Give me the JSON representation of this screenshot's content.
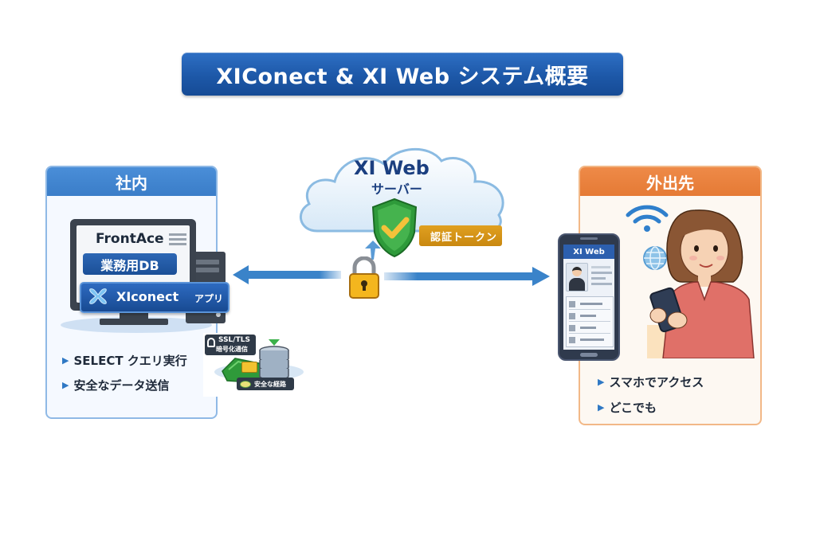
{
  "title": "XIConect & XI Web システム概要",
  "left_panel": {
    "header": "社内",
    "monitor": {
      "app_name": "FrontAce",
      "db_label": "業務用DB",
      "xiconect_label": "XIconect",
      "xiconect_tag": "アプリ"
    },
    "bullets": [
      "SELECT クエリ実行",
      "安全なデータ送信"
    ],
    "badges": {
      "ssl": "SSL/TLS",
      "encryption": "暗号化通信",
      "secure": "安全な経路"
    }
  },
  "center": {
    "server_name": "XI Web",
    "server_sub": "サーバー",
    "auth_token": "認証トークン"
  },
  "right_panel": {
    "header": "外出先",
    "phone_app_title": "XI Web",
    "bullets": [
      "スマホでアクセス",
      "どこでも"
    ]
  },
  "colors": {
    "title_blue": "#1d58a8",
    "left_accent": "#3a7dc8",
    "right_accent": "#e57a35",
    "arrow_blue": "#3a83c9",
    "token_gold": "#d4951a",
    "shield_green": "#2e9a3a"
  }
}
